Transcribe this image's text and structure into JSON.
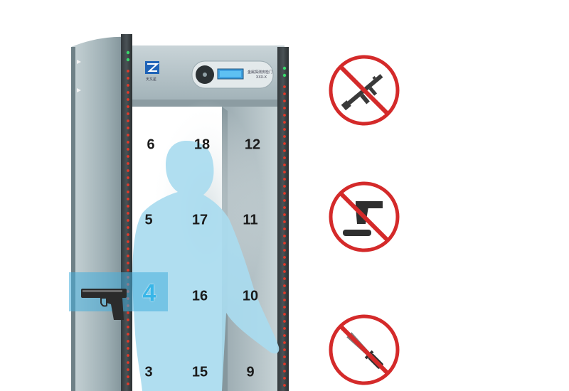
{
  "zones": {
    "left": [
      "6",
      "5",
      "4",
      "3"
    ],
    "middle": [
      "18",
      "17",
      "16",
      "15"
    ],
    "right": [
      "12",
      "11",
      "10",
      "9"
    ],
    "active_zone": "4"
  },
  "detector": {
    "display_text_line1": "金属探测安检门",
    "display_text_line2": "XXX-X",
    "brand_label": "天又星"
  },
  "icons": [
    "no-rifle-icon",
    "no-pistol-icon",
    "no-knife-icon",
    "pistol-icon",
    "logo-icon"
  ],
  "colors": {
    "prohibit_red": "#d42a2a",
    "highlight_blue": "#3bb4e6",
    "silhouette_blue": "#a9dbef",
    "frame_gray": "#8a9ca3"
  }
}
